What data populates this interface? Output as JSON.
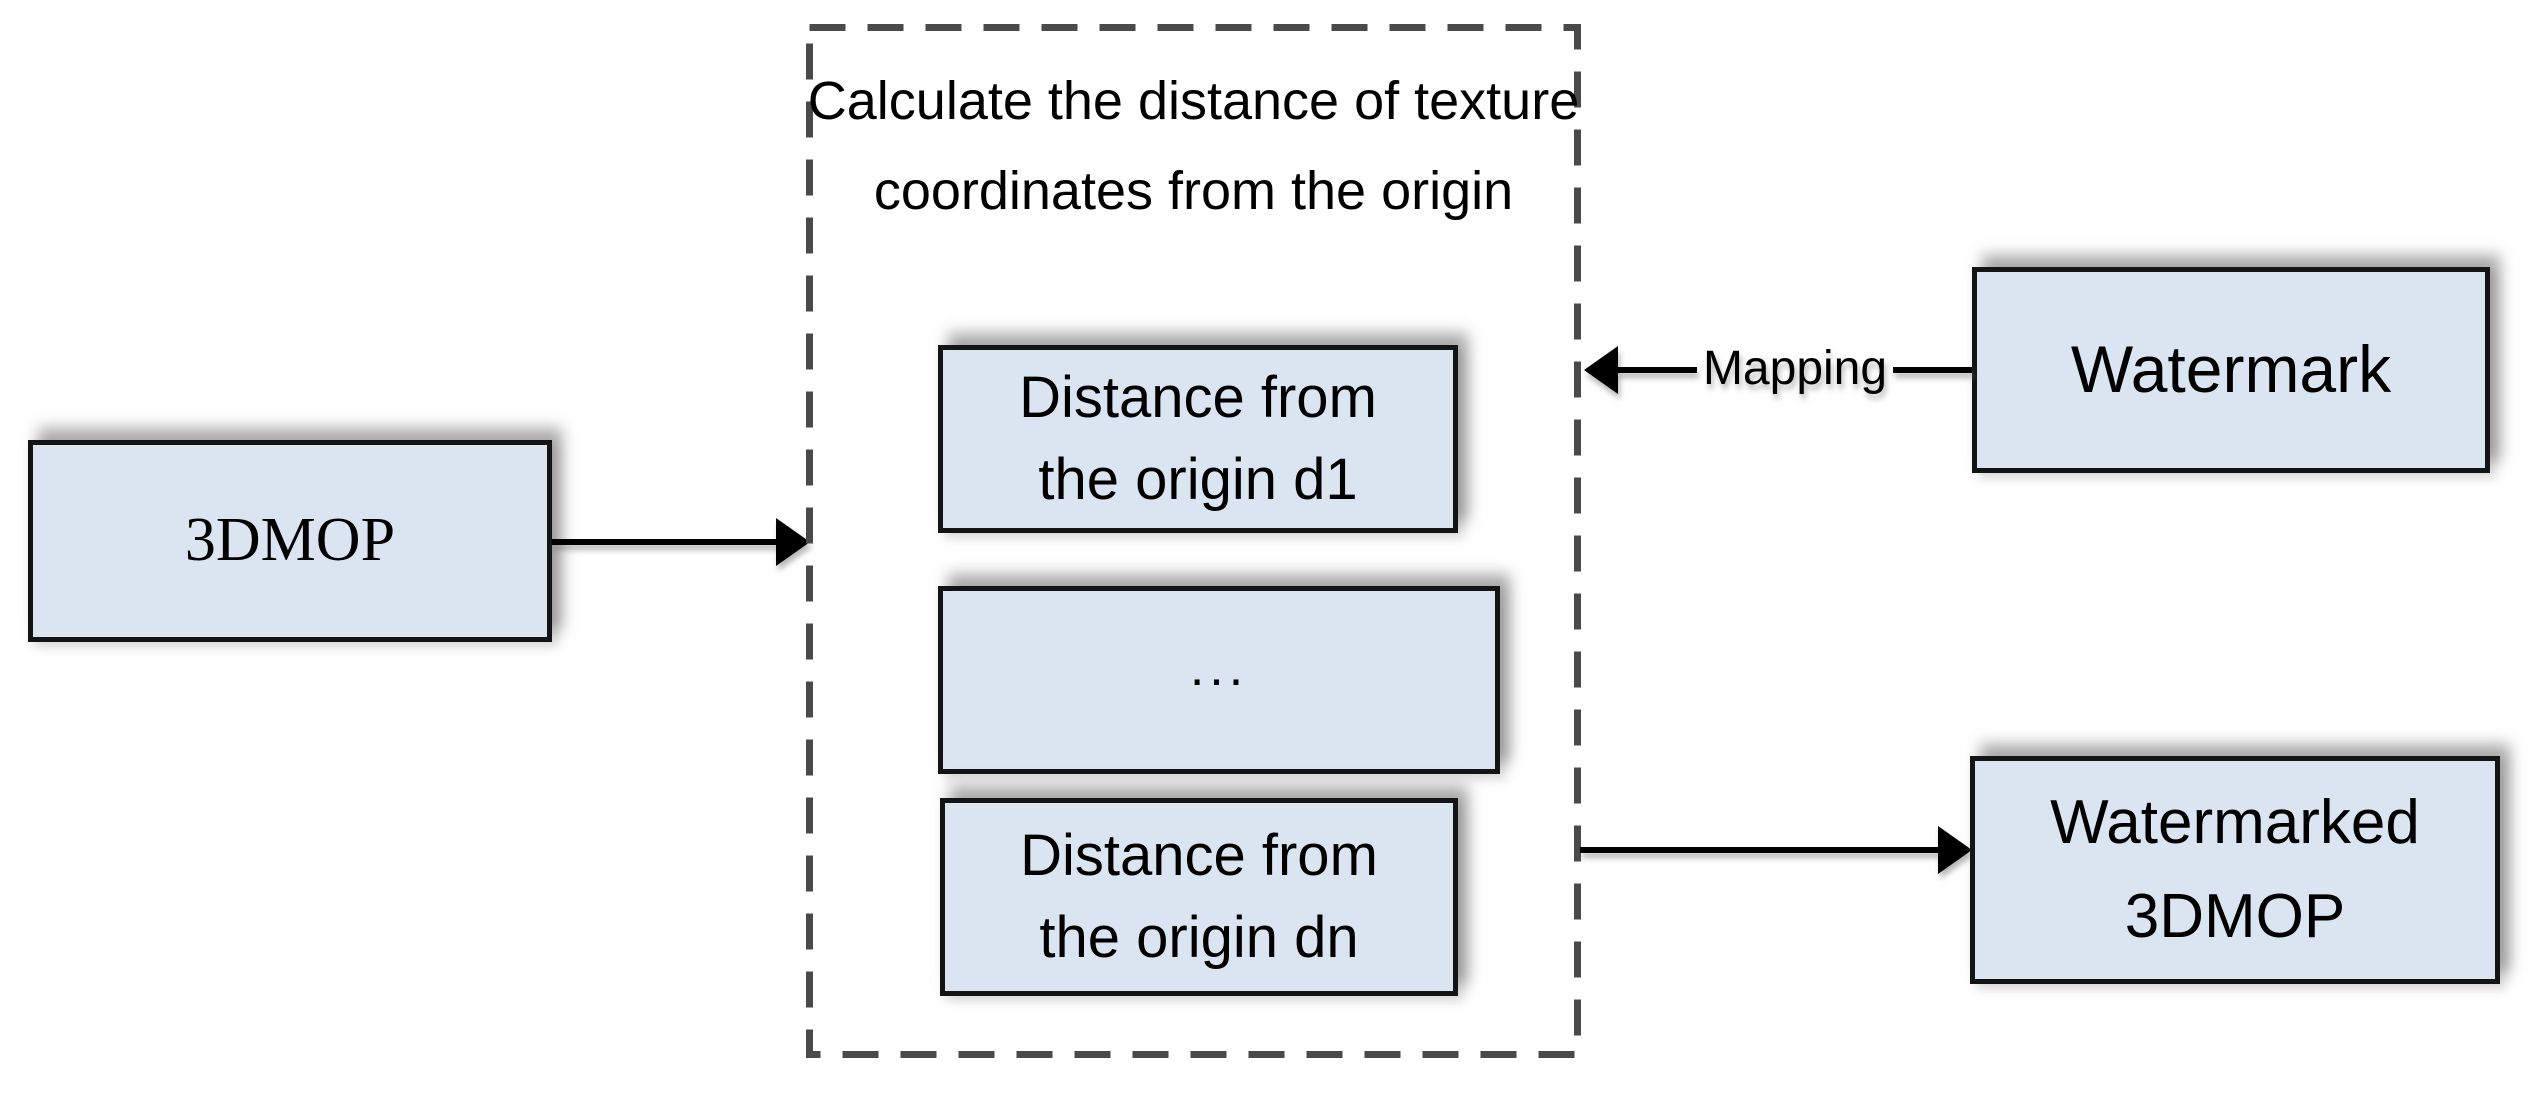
{
  "diagram": {
    "type": "flowchart",
    "background_color": "#ffffff",
    "node_fill_color": "#dbe5f1",
    "node_border_color": "#141414",
    "dashed_border_color": "#4a4a4a",
    "arrow_color": "#000000",
    "text_color": "#000000",
    "nodes": {
      "source": {
        "label": "3DMOP"
      },
      "process": {
        "title": "Calculate the distance of texture coordinates from the origin",
        "title_lines": [
          "Calculate the distance",
          "of texture coordinates",
          "from the origin"
        ],
        "steps": [
          {
            "label": "Distance from the origin d1",
            "lines": [
              "Distance from",
              "the origin d1"
            ]
          },
          {
            "label": "..."
          },
          {
            "label": "Distance from the origin dn",
            "lines": [
              "Distance from",
              "the origin dn"
            ]
          }
        ]
      },
      "watermark": {
        "label": "Watermark"
      },
      "output": {
        "label": "Watermarked 3DMOP",
        "lines": [
          "Watermarked",
          "3DMOP"
        ]
      }
    },
    "edges": {
      "mapping_label": "Mapping"
    }
  }
}
